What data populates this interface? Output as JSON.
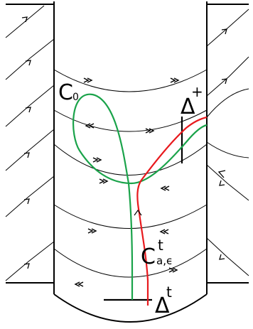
{
  "labels": {
    "c0_main": "C",
    "c0_sub": "0",
    "delta_plus_main": "Δ",
    "delta_plus_sup": "+",
    "cat_main": "C",
    "cat_sup": "t",
    "cat_sub": "a,ϵ",
    "delta_t_main": "Δ",
    "delta_t_sup": "t"
  },
  "colors": {
    "line": "#000000",
    "green_curve": "#1aa34a",
    "red_curve": "#e8191d",
    "background": "#ffffff"
  }
}
